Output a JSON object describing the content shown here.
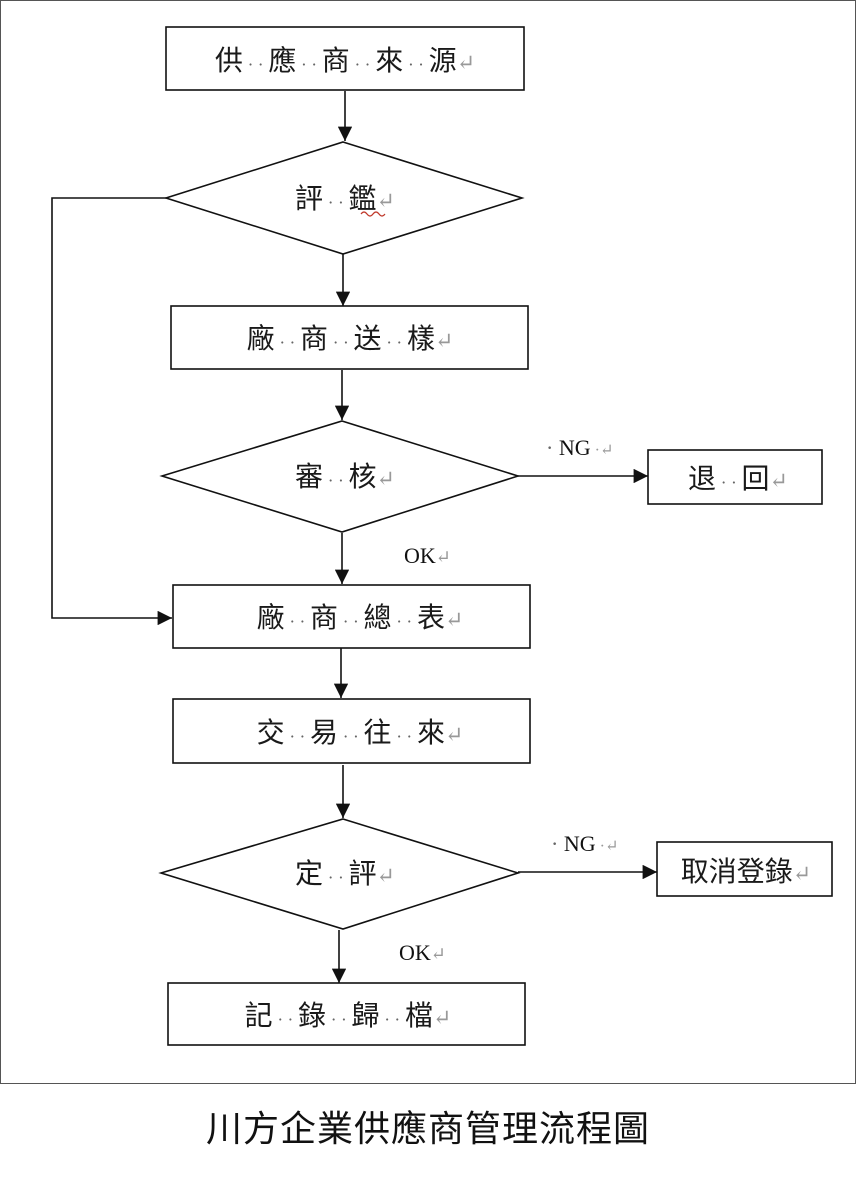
{
  "nodes": {
    "supplier_source": [
      "供",
      "應",
      "商",
      "來",
      "源"
    ],
    "evaluation": [
      "評",
      "鑑"
    ],
    "vendor_sample": [
      "廠",
      "商",
      "送",
      "樣"
    ],
    "review": [
      "審",
      "核"
    ],
    "return": [
      "退",
      "回"
    ],
    "vendor_master_list": [
      "廠",
      "商",
      "總",
      "表"
    ],
    "transactions": [
      "交",
      "易",
      "往",
      "來"
    ],
    "periodic_review": [
      "定",
      "評"
    ],
    "cancel_registration": [
      "取消登錄"
    ],
    "record_archive": [
      "記",
      "錄",
      "歸",
      "檔"
    ]
  },
  "edge_labels": {
    "review_ng": "NG",
    "review_ok": "OK",
    "periodic_ng": "NG",
    "periodic_ok": "OK"
  },
  "paragraph_mark": "↵",
  "caption": "川方企業供應商管理流程圖"
}
